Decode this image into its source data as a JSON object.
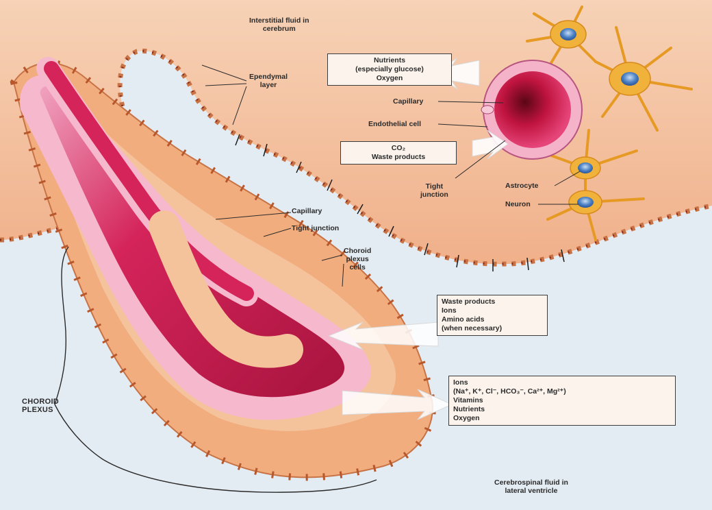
{
  "labels": {
    "interstitial_fluid": [
      "Interstitial fluid in",
      "cerebrum"
    ],
    "ependymal_layer": [
      "Ependymal",
      "layer"
    ],
    "capillary_top": "Capillary",
    "endothelial_cell": "Endothelial cell",
    "tight_junction_top": [
      "Tight",
      "junction"
    ],
    "astrocyte": "Astrocyte",
    "neuron": "Neuron",
    "capillary_plexus": "Capillary",
    "tight_junction_plexus": "Tight junction",
    "choroid_plexus_cells": [
      "Choroid",
      "plexus",
      "cells"
    ],
    "choroid_plexus": [
      "CHOROID",
      "PLEXUS"
    ],
    "csf": [
      "Cerebrospinal fluid in",
      "lateral ventricle"
    ]
  },
  "boxes": {
    "nutrients_in": [
      "Nutrients",
      "(especially glucose)",
      "Oxygen"
    ],
    "waste_out": [
      "CO₂",
      "Waste products"
    ],
    "plexus_in": [
      "Waste products",
      "Ions",
      "Amino acids",
      "(when necessary)"
    ],
    "plexus_out": [
      "Ions",
      "(Na⁺, K⁺, Cl⁻, HCO₃⁻, Ca²⁺, Mg²⁺)",
      "Vitamins",
      "Nutrients",
      "Oxygen"
    ]
  },
  "colors": {
    "tissue_orange": "#f2b58a",
    "cell_orange": "#eea777",
    "capillary_red": "#d4245a",
    "capillary_pink": "#f4b3c9",
    "fluid_blue": "#dde7f0",
    "astrocyte_yellow": "#f0b23a",
    "nucleus_blue": "#3d6fb4"
  }
}
